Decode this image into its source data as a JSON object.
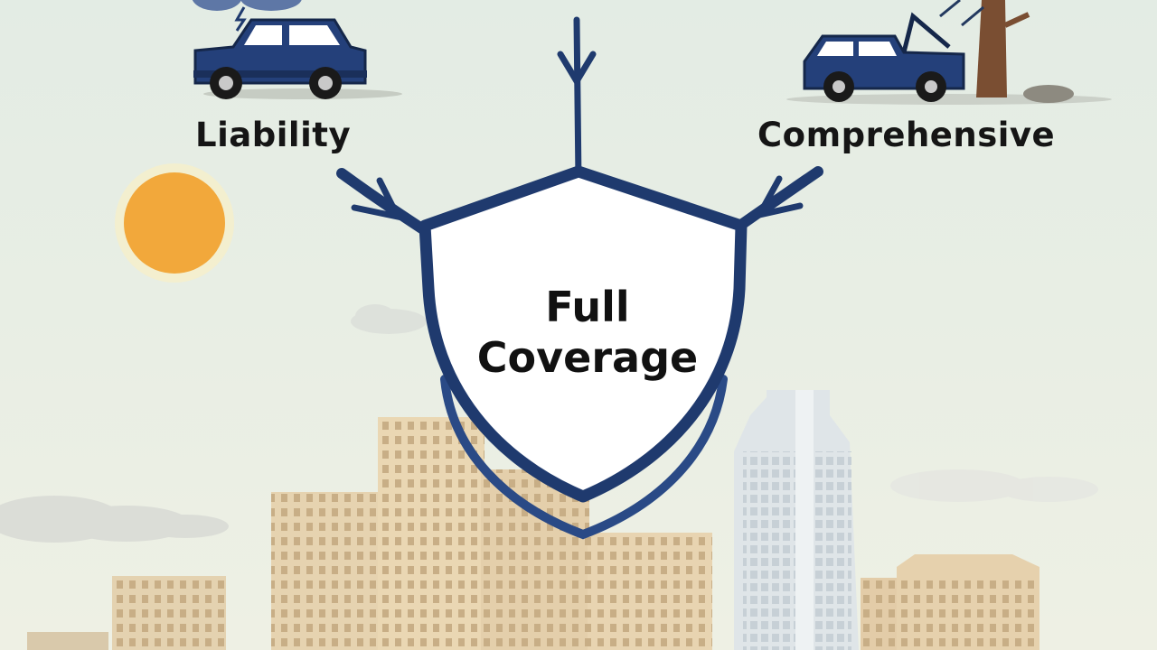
{
  "labels": {
    "liability": "Liability",
    "comprehensive": "Comprehensive"
  },
  "shield": {
    "line1": "Full",
    "line2": "Coverage"
  },
  "colors": {
    "sky_top": "#e3ece4",
    "sky_bottom": "#eef0e4",
    "navy": "#1f3a6e",
    "sun": "#f2a83b",
    "building": "#e6d3b0",
    "tower": "#dde3e6",
    "text": "#151515"
  },
  "icons": [
    "car-icon",
    "broken-down-car-icon",
    "tree-icon",
    "storm-cloud-icon",
    "lightning-icon",
    "sun-icon",
    "shield-icon",
    "arrow-icon",
    "city-skyline"
  ]
}
